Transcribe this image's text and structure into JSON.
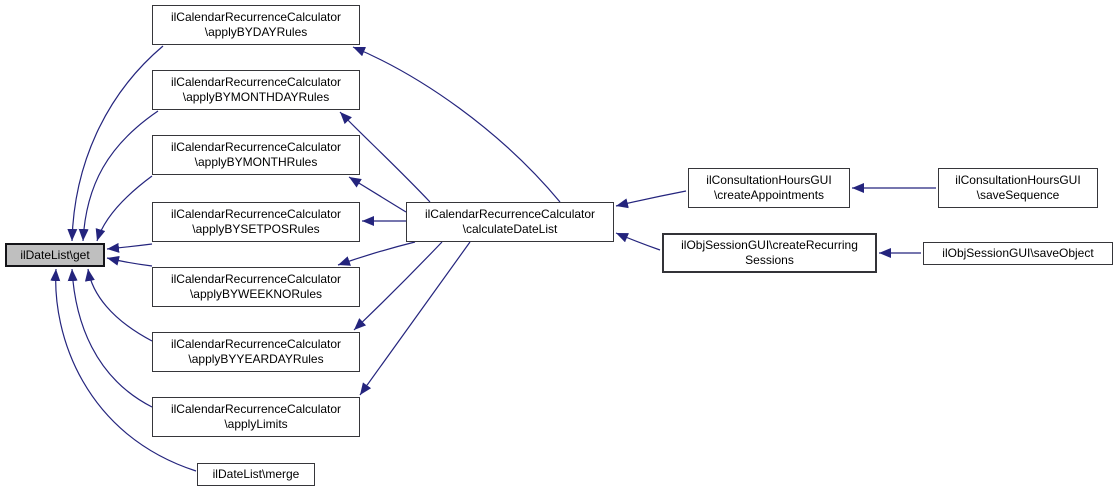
{
  "diagram": {
    "type": "caller-graph",
    "focus_function": "ilDateList\\get",
    "colors": {
      "edge": "#24247d",
      "node_fill": "#ffffff",
      "node_border": "#36363a",
      "focus_fill": "#bfbfbf"
    },
    "nodes": {
      "get": {
        "line1": "ilDateList\\get"
      },
      "applyBYDAYRules": {
        "line1": "ilCalendarRecurrenceCalculator",
        "line2": "\\applyBYDAYRules"
      },
      "applyBYMONTHDAYRules": {
        "line1": "ilCalendarRecurrenceCalculator",
        "line2": "\\applyBYMONTHDAYRules"
      },
      "applyBYMONTHRules": {
        "line1": "ilCalendarRecurrenceCalculator",
        "line2": "\\applyBYMONTHRules"
      },
      "applyBYSETPOSRules": {
        "line1": "ilCalendarRecurrenceCalculator",
        "line2": "\\applyBYSETPOSRules"
      },
      "applyBYWEEKNORules": {
        "line1": "ilCalendarRecurrenceCalculator",
        "line2": "\\applyBYWEEKNORules"
      },
      "applyBYYEARDAYRules": {
        "line1": "ilCalendarRecurrenceCalculator",
        "line2": "\\applyBYYEARDAYRules"
      },
      "applyLimits": {
        "line1": "ilCalendarRecurrenceCalculator",
        "line2": "\\applyLimits"
      },
      "merge": {
        "line1": "ilDateList\\merge"
      },
      "calculateDateList": {
        "line1": "ilCalendarRecurrenceCalculator",
        "line2": "\\calculateDateList"
      },
      "createAppointments": {
        "line1": "ilConsultationHoursGUI",
        "line2": "\\createAppointments"
      },
      "createRecurringSessions": {
        "line1": "ilObjSessionGUI\\createRecurring",
        "line2": "Sessions"
      },
      "saveSequence": {
        "line1": "ilConsultationHoursGUI",
        "line2": "\\saveSequence"
      },
      "saveObject": {
        "line1": "ilObjSessionGUI\\saveObject"
      }
    },
    "edges": [
      {
        "from": "applyBYDAYRules",
        "to": "get"
      },
      {
        "from": "applyBYMONTHDAYRules",
        "to": "get"
      },
      {
        "from": "applyBYMONTHRules",
        "to": "get"
      },
      {
        "from": "applyBYSETPOSRules",
        "to": "get"
      },
      {
        "from": "applyBYWEEKNORules",
        "to": "get"
      },
      {
        "from": "applyBYYEARDAYRules",
        "to": "get"
      },
      {
        "from": "applyLimits",
        "to": "get"
      },
      {
        "from": "merge",
        "to": "get"
      },
      {
        "from": "calculateDateList",
        "to": "applyBYDAYRules"
      },
      {
        "from": "calculateDateList",
        "to": "applyBYMONTHDAYRules"
      },
      {
        "from": "calculateDateList",
        "to": "applyBYMONTHRules"
      },
      {
        "from": "calculateDateList",
        "to": "applyBYSETPOSRules"
      },
      {
        "from": "calculateDateList",
        "to": "applyBYWEEKNORules"
      },
      {
        "from": "calculateDateList",
        "to": "applyBYYEARDAYRules"
      },
      {
        "from": "calculateDateList",
        "to": "applyLimits"
      },
      {
        "from": "createAppointments",
        "to": "calculateDateList"
      },
      {
        "from": "createRecurringSessions",
        "to": "calculateDateList"
      },
      {
        "from": "saveSequence",
        "to": "createAppointments"
      },
      {
        "from": "saveObject",
        "to": "createRecurringSessions"
      }
    ]
  }
}
